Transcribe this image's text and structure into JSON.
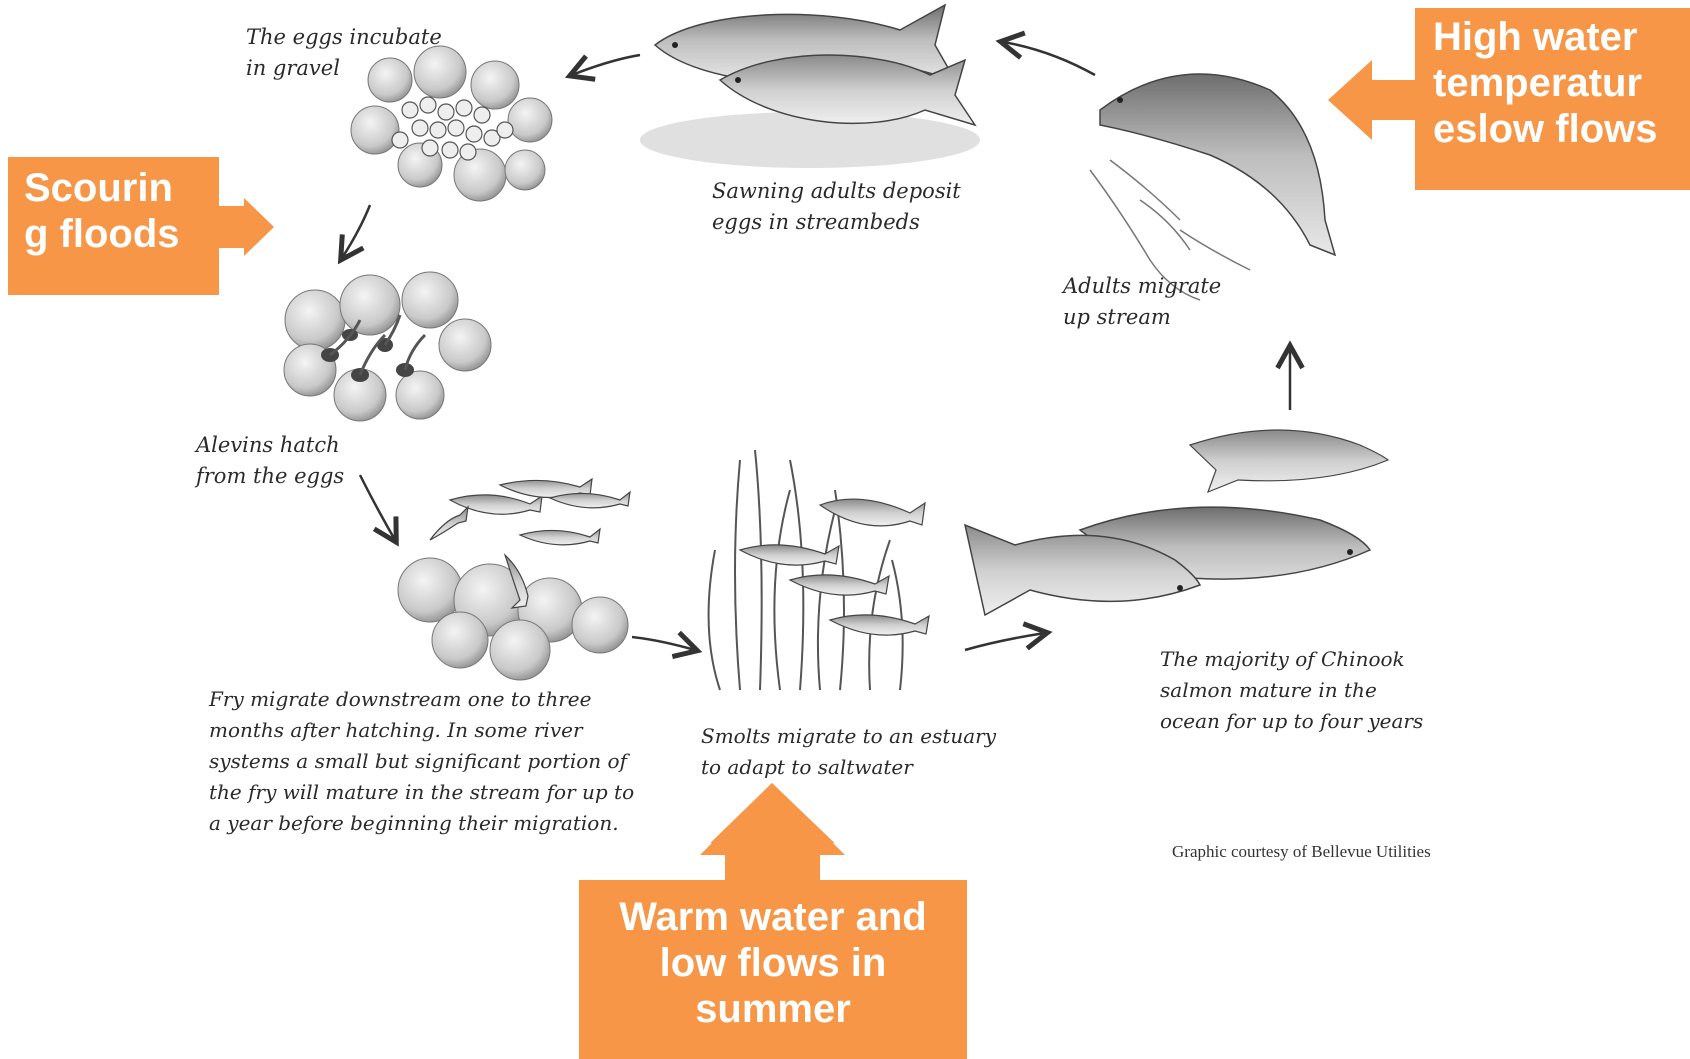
{
  "captions": {
    "eggs": "The eggs incubate\nin gravel",
    "spawning": "Sawning adults deposit\neggs in streambeds",
    "adults_migrate": "Adults migrate\nup stream",
    "alevins": "Alevins hatch\nfrom the eggs",
    "fry": "Fry migrate downstream one to three\nmonths after hatching. In some river\nsystems a small but significant portion of\nthe fry will mature in the stream for up to\na year before beginning their migration.",
    "smolts": "Smolts migrate to an estuary\nto adapt to saltwater",
    "ocean": "The majority of Chinook\nsalmon mature in the\nocean for up to four years"
  },
  "credit": "Graphic courtesy of Bellevue Utilities",
  "callouts": {
    "scouring": "Scourin\ng floods",
    "high_temp": "High water\ntemperatur\neslow flows",
    "warm_water": "Warm water and\nlow flows in\nsummer"
  },
  "colors": {
    "callout": "#f79646",
    "ink": "#2a2a2a"
  }
}
